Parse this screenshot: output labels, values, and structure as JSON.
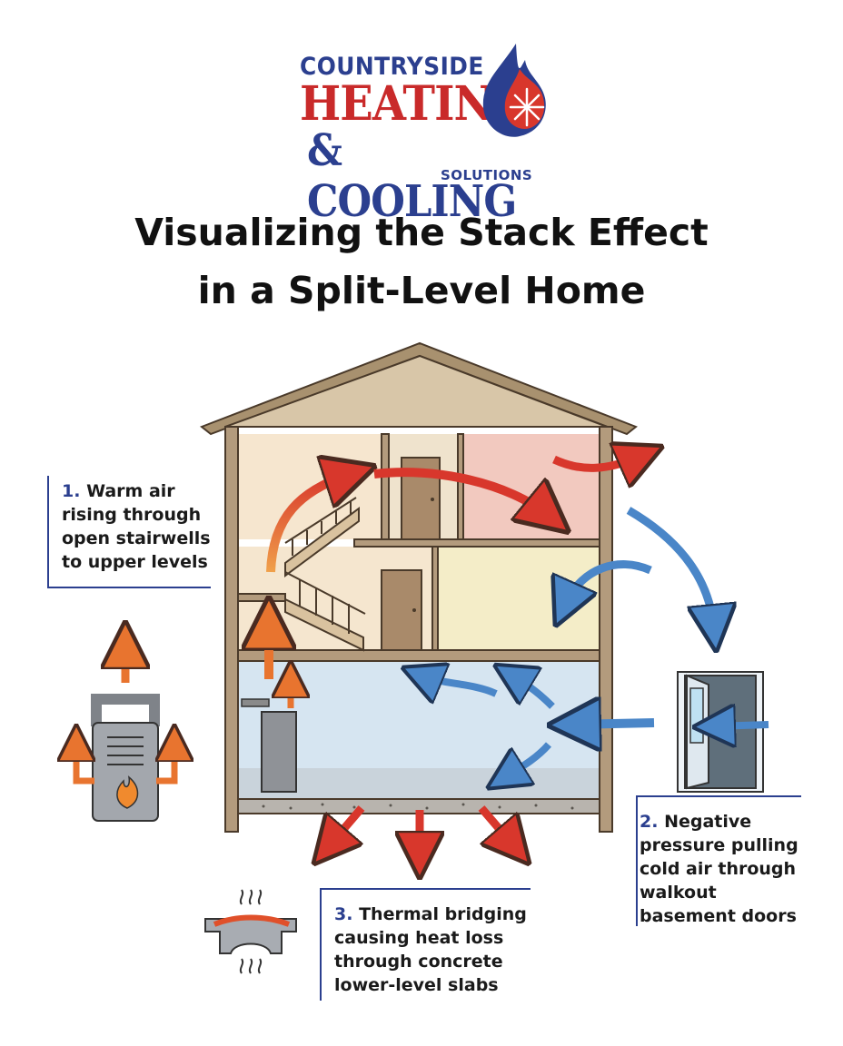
{
  "logo": {
    "line1": "COUNTRYSIDE",
    "line2": "HEATING",
    "line3": "& COOLING",
    "line4": "SOLUTIONS",
    "colors": {
      "red": "#c92a2a",
      "blue": "#2b3f8f"
    }
  },
  "title": {
    "line1": "Visualizing the Stack Effect",
    "line2": "in a Split-Level Home"
  },
  "callouts": [
    {
      "num": "1.",
      "text": "Warm air rising through open stairwells to upper levels"
    },
    {
      "num": "2.",
      "text": "Negative pressure pulling cold air through walkout basement doors"
    },
    {
      "num": "3.",
      "text": "Thermal bridging causing heat loss through concrete lower-level slabs"
    }
  ],
  "icons": [
    "furnace-icon",
    "open-door-icon",
    "thermal-bridge-icon",
    "flame-snowflake-icon"
  ],
  "colors": {
    "warm": "#e0502a",
    "cold": "#4a86c8",
    "wall": "#b39b7d",
    "accent": "#2b3f8f"
  }
}
